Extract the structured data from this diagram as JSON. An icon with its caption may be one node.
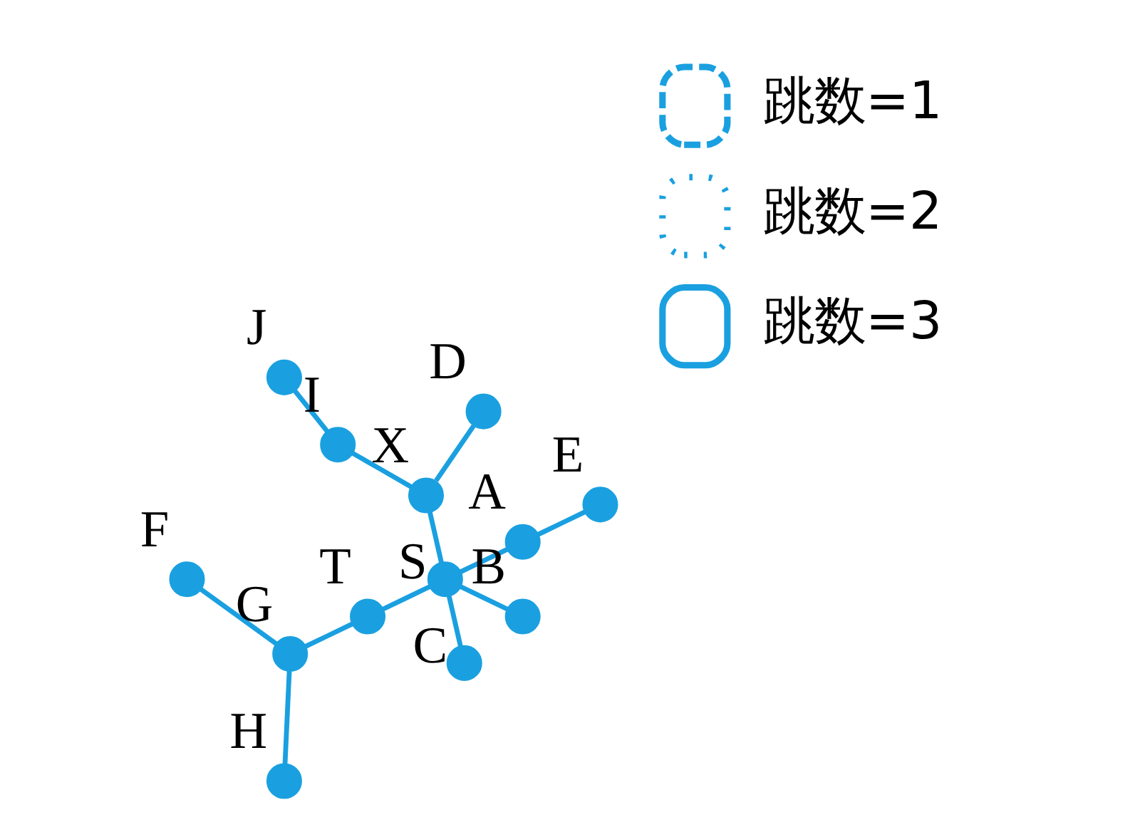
{
  "diagram": {
    "nodes": [
      {
        "text": [
          "E"
        ]
      },
      {
        "text": [
          "D"
        ]
      },
      {
        "text": [
          "A"
        ]
      },
      {
        "text": [
          "I"
        ]
      },
      {
        "text": [
          "X"
        ]
      },
      {
        "text": [
          "S"
        ]
      },
      {
        "text": [
          "T"
        ]
      },
      {
        "text": [
          "F"
        ]
      },
      {
        "text": [
          "J"
        ]
      },
      {
        "text": [
          "G"
        ]
      },
      {
        "text": [
          "C"
        ]
      },
      {
        "text": [
          "B"
        ]
      },
      {
        "text": [
          "H"
        ]
      }
    ],
    "edges": [
      {
        "from": 5,
        "to": 2,
        "arrow": "none"
      },
      {
        "from": 2,
        "to": 0,
        "arrow": "none"
      },
      {
        "from": 5,
        "to": 4,
        "arrow": "none"
      },
      {
        "from": 4,
        "to": 1,
        "arrow": "none"
      },
      {
        "from": 4,
        "to": 3,
        "arrow": "none"
      },
      {
        "from": 3,
        "to": 8,
        "arrow": "none"
      },
      {
        "from": 5,
        "to": 10,
        "arrow": "none"
      },
      {
        "from": 5,
        "to": 11,
        "arrow": "none"
      },
      {
        "from": 5,
        "to": 6,
        "arrow": "none"
      },
      {
        "from": 6,
        "to": 9,
        "arrow": "none"
      },
      {
        "from": 9,
        "to": 7,
        "arrow": "none"
      },
      {
        "from": 9,
        "to": 12,
        "arrow": "none"
      }
    ],
    "legend": [
      {
        "text": "跳数=1"
      },
      {
        "text": "跳数=2"
      },
      {
        "text": "跳数=3"
      }
    ]
  }
}
